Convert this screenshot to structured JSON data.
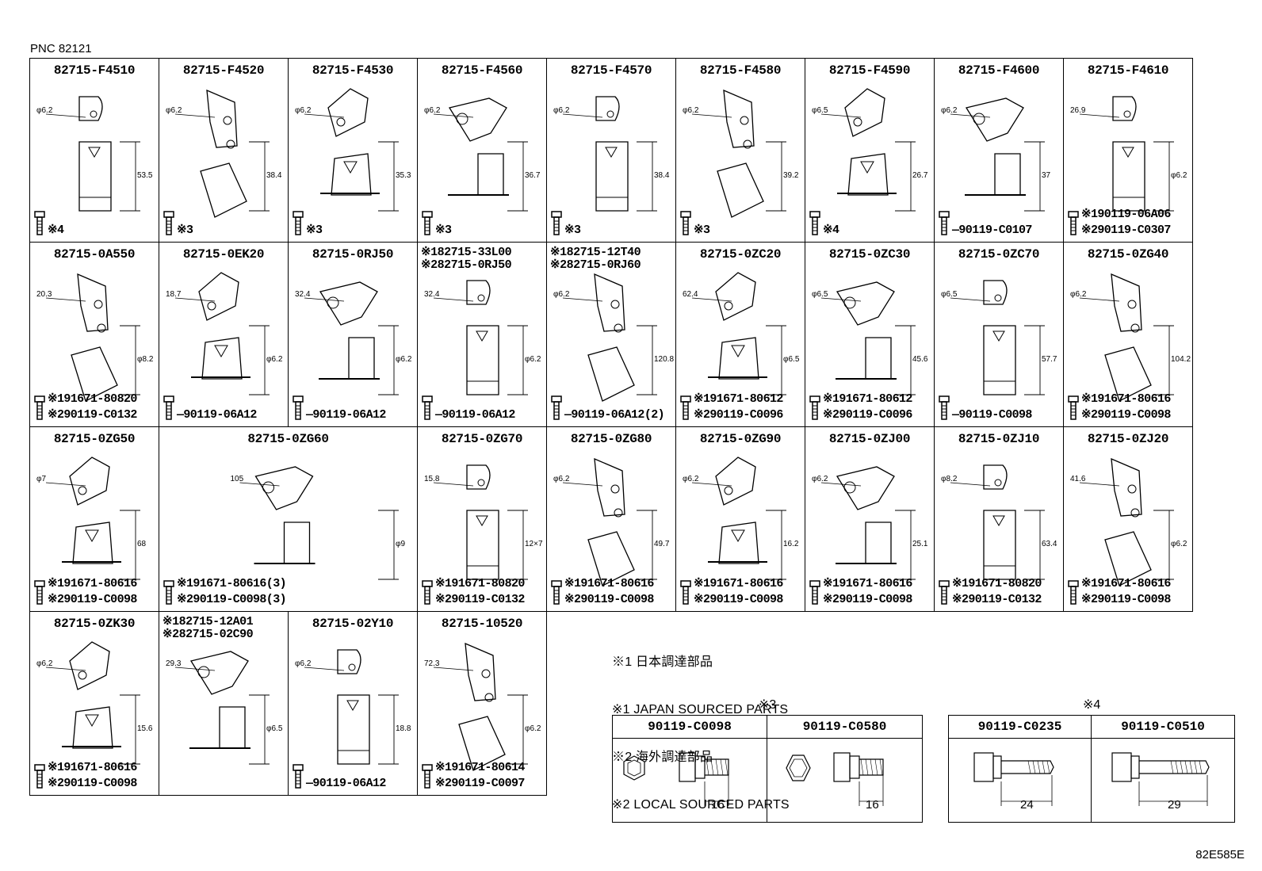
{
  "header": {
    "pnc": "PNC 82121"
  },
  "parts": [
    {
      "pn": "82715-F4510",
      "dims": [
        "φ6.2",
        "53.5"
      ],
      "bolt": "※4"
    },
    {
      "pn": "82715-F4520",
      "dims": [
        "φ6.2",
        "38.4"
      ],
      "bolt": "※3"
    },
    {
      "pn": "82715-F4530",
      "dims": [
        "φ6.2",
        "35.3"
      ],
      "bolt": "※3"
    },
    {
      "pn": "82715-F4560",
      "dims": [
        "φ6.2",
        "36.7"
      ],
      "bolt": "※3"
    },
    {
      "pn": "82715-F4570",
      "dims": [
        "φ6.2",
        "38.4"
      ],
      "bolt": "※3"
    },
    {
      "pn": "82715-F4580",
      "dims": [
        "φ6.2",
        "39.2"
      ],
      "bolt": "※3"
    },
    {
      "pn": "82715-F4590",
      "dims": [
        "φ6.5",
        "26.7"
      ],
      "bolt": "※4"
    },
    {
      "pn": "82715-F4600",
      "dims": [
        "φ6.2",
        "37"
      ],
      "bolt": "90119-C0107"
    },
    {
      "pn": "82715-F4610",
      "dims": [
        "26.9",
        "φ6.2"
      ],
      "bolt": "※190119-06A06\n※290119-C0307"
    },
    {
      "pn": "82715-0A550",
      "dims": [
        "20.3",
        "φ8.2"
      ],
      "bolt": "※191671-80820\n※290119-C0132"
    },
    {
      "pn": "82715-0EK20",
      "dims": [
        "18.7",
        "φ6.2"
      ],
      "bolt": "90119-06A12"
    },
    {
      "pn": "82715-0RJ50",
      "dims": [
        "32.4",
        "φ6.2"
      ],
      "bolt": "90119-06A12"
    },
    {
      "pn": "※182715-33L00\n※282715-0RJ50",
      "dims": [
        "32.4",
        "φ6.2"
      ],
      "bolt": "90119-06A12"
    },
    {
      "pn": "※182715-12T40\n※282715-0RJ60",
      "dims": [
        "φ6.2",
        "120.8"
      ],
      "bolt": "90119-06A12(2)"
    },
    {
      "pn": "82715-0ZC20",
      "dims": [
        "62.4",
        "φ6.5"
      ],
      "bolt": "※191671-80612\n※290119-C0096"
    },
    {
      "pn": "82715-0ZC30",
      "dims": [
        "φ6.5",
        "45.6"
      ],
      "bolt": "※191671-80612\n※290119-C0096"
    },
    {
      "pn": "82715-0ZC70",
      "dims": [
        "φ6.5",
        "57.7"
      ],
      "bolt": "90119-C0098"
    },
    {
      "pn": "82715-0ZG40",
      "dims": [
        "φ6.2",
        "104.2"
      ],
      "bolt": "※191671-80616\n※290119-C0098"
    },
    {
      "pn": "82715-0ZG50",
      "dims": [
        "φ7",
        "68"
      ],
      "bolt": "※191671-80616\n※290119-C0098"
    },
    {
      "pn": "82715-0ZG60",
      "dims": [
        "105",
        "φ9"
      ],
      "bolt": "※191671-80616(3)\n※290119-C0098(3)"
    },
    {
      "pn": "82715-0ZG70",
      "dims": [
        "15.8",
        "12×7"
      ],
      "bolt": "※191671-80820\n※290119-C0132"
    },
    {
      "pn": "82715-0ZG80",
      "dims": [
        "φ6.2",
        "49.7"
      ],
      "bolt": "※191671-80616\n※290119-C0098"
    },
    {
      "pn": "82715-0ZG90",
      "dims": [
        "φ6.2",
        "16.2"
      ],
      "bolt": "※191671-80616\n※290119-C0098"
    },
    {
      "pn": "82715-0ZJ00",
      "dims": [
        "φ6.2",
        "25.1"
      ],
      "bolt": "※191671-80616\n※290119-C0098"
    },
    {
      "pn": "82715-0ZJ10",
      "dims": [
        "φ8.2",
        "63.4"
      ],
      "bolt": "※191671-80820\n※290119-C0132"
    },
    {
      "pn": "82715-0ZJ20",
      "dims": [
        "41.6",
        "φ6.2"
      ],
      "bolt": "※191671-80616\n※290119-C0098"
    },
    {
      "pn": "82715-0ZK30",
      "dims": [
        "φ6.2",
        "15.6"
      ],
      "bolt": "※191671-80616\n※290119-C0098"
    },
    {
      "pn": "※182715-12A01\n※282715-02C90",
      "dims": [
        "29.3",
        "φ6.5"
      ],
      "bolt": ""
    },
    {
      "pn": "82715-02Y10",
      "dims": [
        "φ6.2",
        "18.8"
      ],
      "bolt": "90119-06A12"
    },
    {
      "pn": "82715-10520",
      "dims": [
        "72.3",
        "φ6.2"
      ],
      "bolt": "※191671-80614\n※290119-C0097"
    }
  ],
  "notes": [
    "※1 日本調達部品",
    "※1 JAPAN SOURCED PARTS",
    "※2 海外調達部品",
    "※2 LOCAL SOURCED PARTS"
  ],
  "bolt_tables": [
    {
      "title": "※3",
      "cols": [
        {
          "pn": "90119-C0098",
          "len": "16"
        },
        {
          "pn": "90119-C0580",
          "len": "16"
        }
      ]
    },
    {
      "title": "※4",
      "cols": [
        {
          "pn": "90119-C0235",
          "len": "24"
        },
        {
          "pn": "90119-C0510",
          "len": "29"
        }
      ]
    }
  ],
  "ref": "82E585E"
}
